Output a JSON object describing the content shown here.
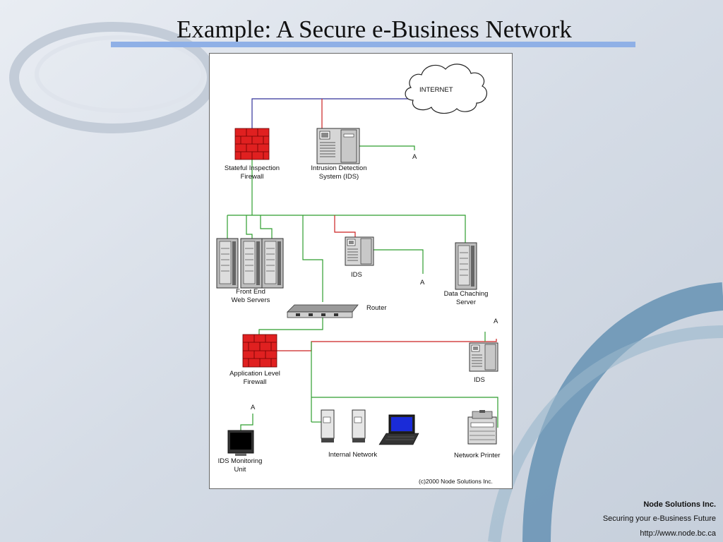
{
  "slide": {
    "title": "Example: A Secure e-Business Network"
  },
  "diagram": {
    "internet_label": "INTERNET",
    "firewall_top_line1": "Stateful Inspection",
    "firewall_top_line2": "Firewall",
    "ids_top_line1": "Intrusion Detection",
    "ids_top_line2": "System (IDS)",
    "connector_a": "A",
    "front_end_line1": "Front End",
    "front_end_line2": "Web Servers",
    "ids_mid": "IDS",
    "data_cache_line1": "Data Chaching",
    "data_cache_line2": "Server",
    "router": "Router",
    "app_fw_line1": "Application Level",
    "app_fw_line2": "Firewall",
    "ids_right": "IDS",
    "monitor_line1": "IDS Monitoring",
    "monitor_line2": "Unit",
    "internal_network": "Internal Network",
    "network_printer": "Network Printer",
    "copyright": "(c)2000 Node Solutions Inc."
  },
  "footer": {
    "company": "Node Solutions Inc.",
    "tagline": "Securing your e-Business Future",
    "url": "http://www.node.bc.ca"
  },
  "colors": {
    "green_line": "#2e9e2e",
    "red_line": "#cc2222",
    "blue_line": "#33339a",
    "firewall_red": "#e02020",
    "accent_bar": "#8fb0e6"
  }
}
